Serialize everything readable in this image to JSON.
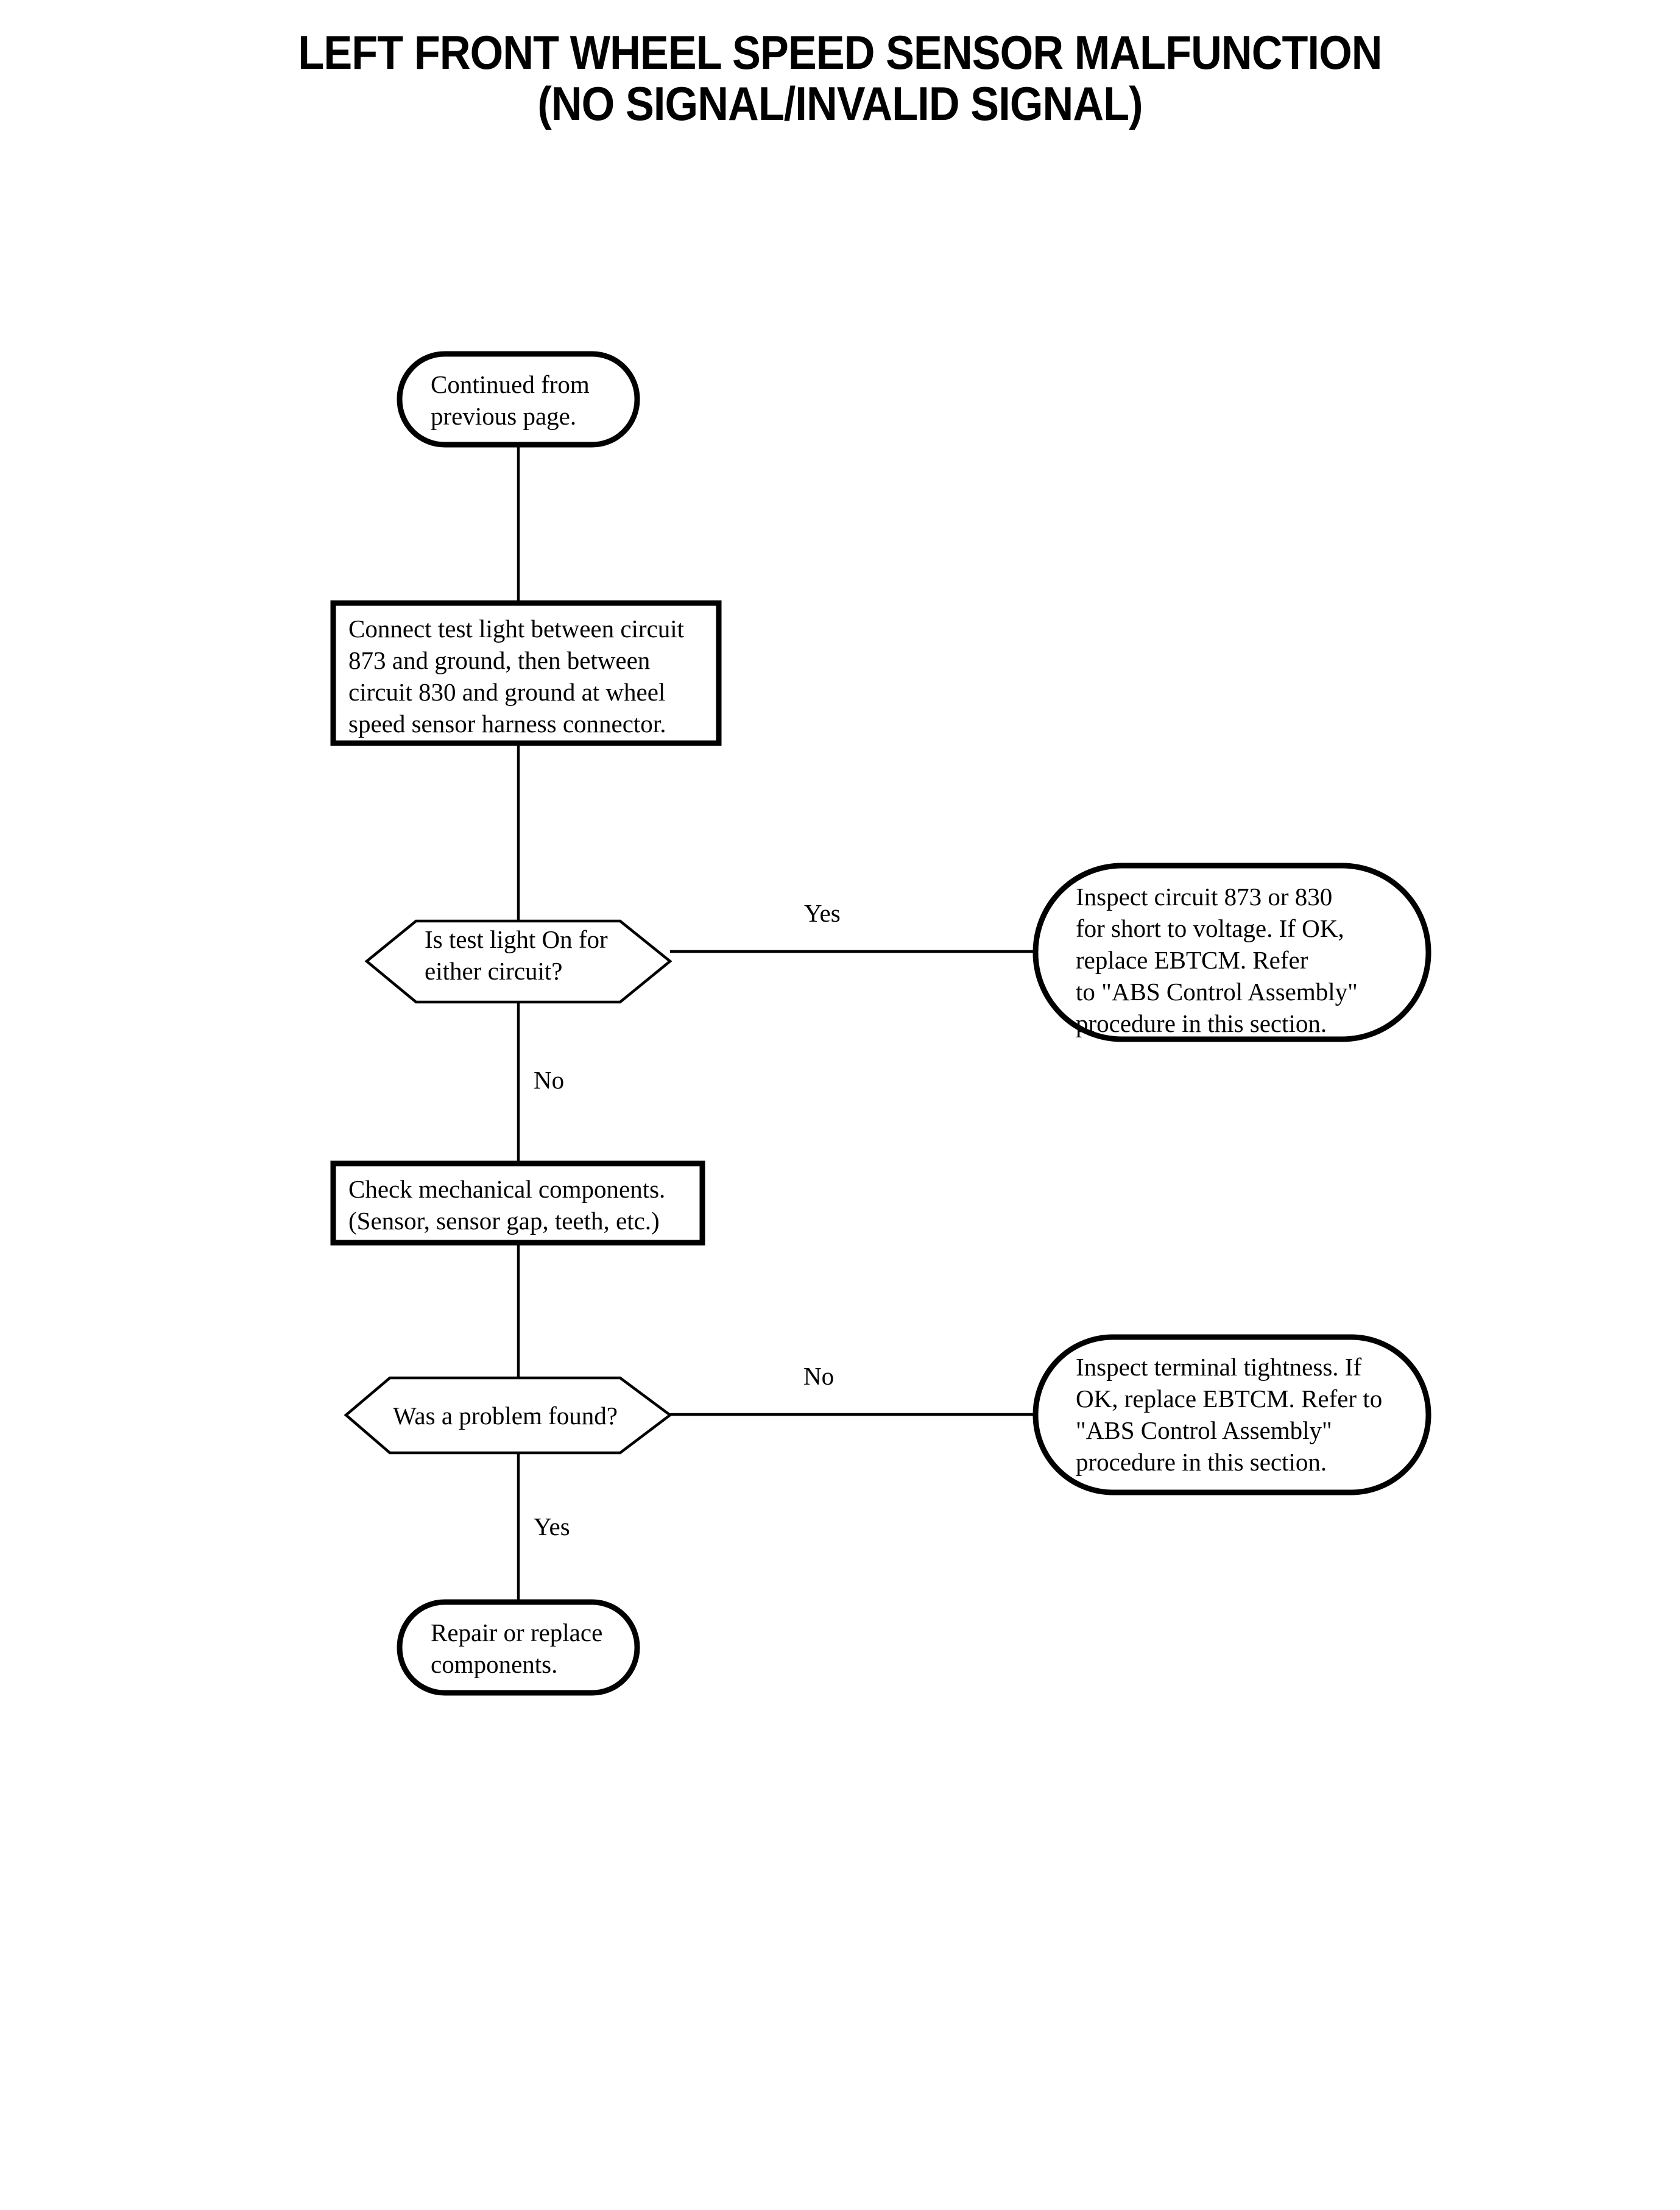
{
  "document": {
    "title_line_1": "LEFT FRONT WHEEL SPEED SENSOR MALFUNCTION",
    "title_line_2": "(NO SIGNAL/INVALID SIGNAL)"
  },
  "colors": {
    "ink": "#000000",
    "paper": "#ffffff"
  },
  "chart_data": {
    "type": "diagram",
    "diagram_kind": "flowchart",
    "title": "LEFT FRONT WHEEL SPEED SENSOR MALFUNCTION (NO SIGNAL/INVALID SIGNAL)",
    "orientation": "top-to-bottom with right-side exits",
    "nodes": [
      {
        "id": "n1",
        "shape": "terminator",
        "lines": [
          "Continued from",
          "previous page."
        ]
      },
      {
        "id": "n2",
        "shape": "process",
        "lines": [
          "Connect test light between circuit",
          "873 and ground, then between",
          "circuit 830 and ground at wheel",
          "speed sensor harness connector."
        ]
      },
      {
        "id": "n3",
        "shape": "decision",
        "lines": [
          "Is test light On for",
          "either circuit?"
        ]
      },
      {
        "id": "n4",
        "shape": "terminator",
        "lines": [
          "Inspect circuit 873 or 830",
          "for short to voltage. If OK,",
          "replace EBTCM. Refer",
          "to \"ABS Control Assembly\"",
          "procedure in this section."
        ]
      },
      {
        "id": "n5",
        "shape": "process",
        "lines": [
          "Check mechanical components.",
          "(Sensor, sensor gap, teeth, etc.)"
        ]
      },
      {
        "id": "n6",
        "shape": "decision",
        "lines": [
          "Was a problem found?"
        ]
      },
      {
        "id": "n7",
        "shape": "terminator",
        "lines": [
          "Inspect terminal tightness. If",
          "OK, replace EBTCM. Refer to",
          "\"ABS Control Assembly\"",
          "procedure in this section."
        ]
      },
      {
        "id": "n8",
        "shape": "terminator",
        "lines": [
          "Repair or replace",
          "components."
        ]
      }
    ],
    "edges": [
      {
        "id": "e1",
        "from": "n1",
        "to": "n2",
        "label": ""
      },
      {
        "id": "e2",
        "from": "n2",
        "to": "n3",
        "label": ""
      },
      {
        "id": "e3",
        "from": "n3",
        "to": "n4",
        "label": "Yes"
      },
      {
        "id": "e4",
        "from": "n3",
        "to": "n5",
        "label": "No"
      },
      {
        "id": "e5",
        "from": "n5",
        "to": "n6",
        "label": ""
      },
      {
        "id": "e6",
        "from": "n6",
        "to": "n7",
        "label": "No"
      },
      {
        "id": "e7",
        "from": "n6",
        "to": "n8",
        "label": "Yes"
      }
    ]
  },
  "flow": {
    "n1": {
      "l1": "Continued from",
      "l2": "previous page."
    },
    "n2": {
      "l1": "Connect test light between circuit",
      "l2": "873 and ground, then between",
      "l3": "circuit 830 and ground at wheel",
      "l4": "speed sensor harness connector."
    },
    "n3": {
      "l1": "Is test light On for",
      "l2": "either circuit?"
    },
    "n4": {
      "l1": "Inspect circuit 873 or 830",
      "l2": "for short to voltage. If OK,",
      "l3": "replace EBTCM. Refer",
      "l4": "to \"ABS Control Assembly\"",
      "l5": "procedure in this section."
    },
    "n5": {
      "l1": "Check mechanical components.",
      "l2": "(Sensor, sensor gap, teeth, etc.)"
    },
    "n6": {
      "l1": "Was a problem found?"
    },
    "n7": {
      "l1": "Inspect terminal tightness. If",
      "l2": "OK, replace EBTCM. Refer to",
      "l3": "\"ABS Control Assembly\"",
      "l4": "procedure in this section."
    },
    "n8": {
      "l1": "Repair or replace",
      "l2": "components."
    },
    "labels": {
      "yes_1": "Yes",
      "no_1": "No",
      "no_2": "No",
      "yes_2": "Yes"
    }
  }
}
